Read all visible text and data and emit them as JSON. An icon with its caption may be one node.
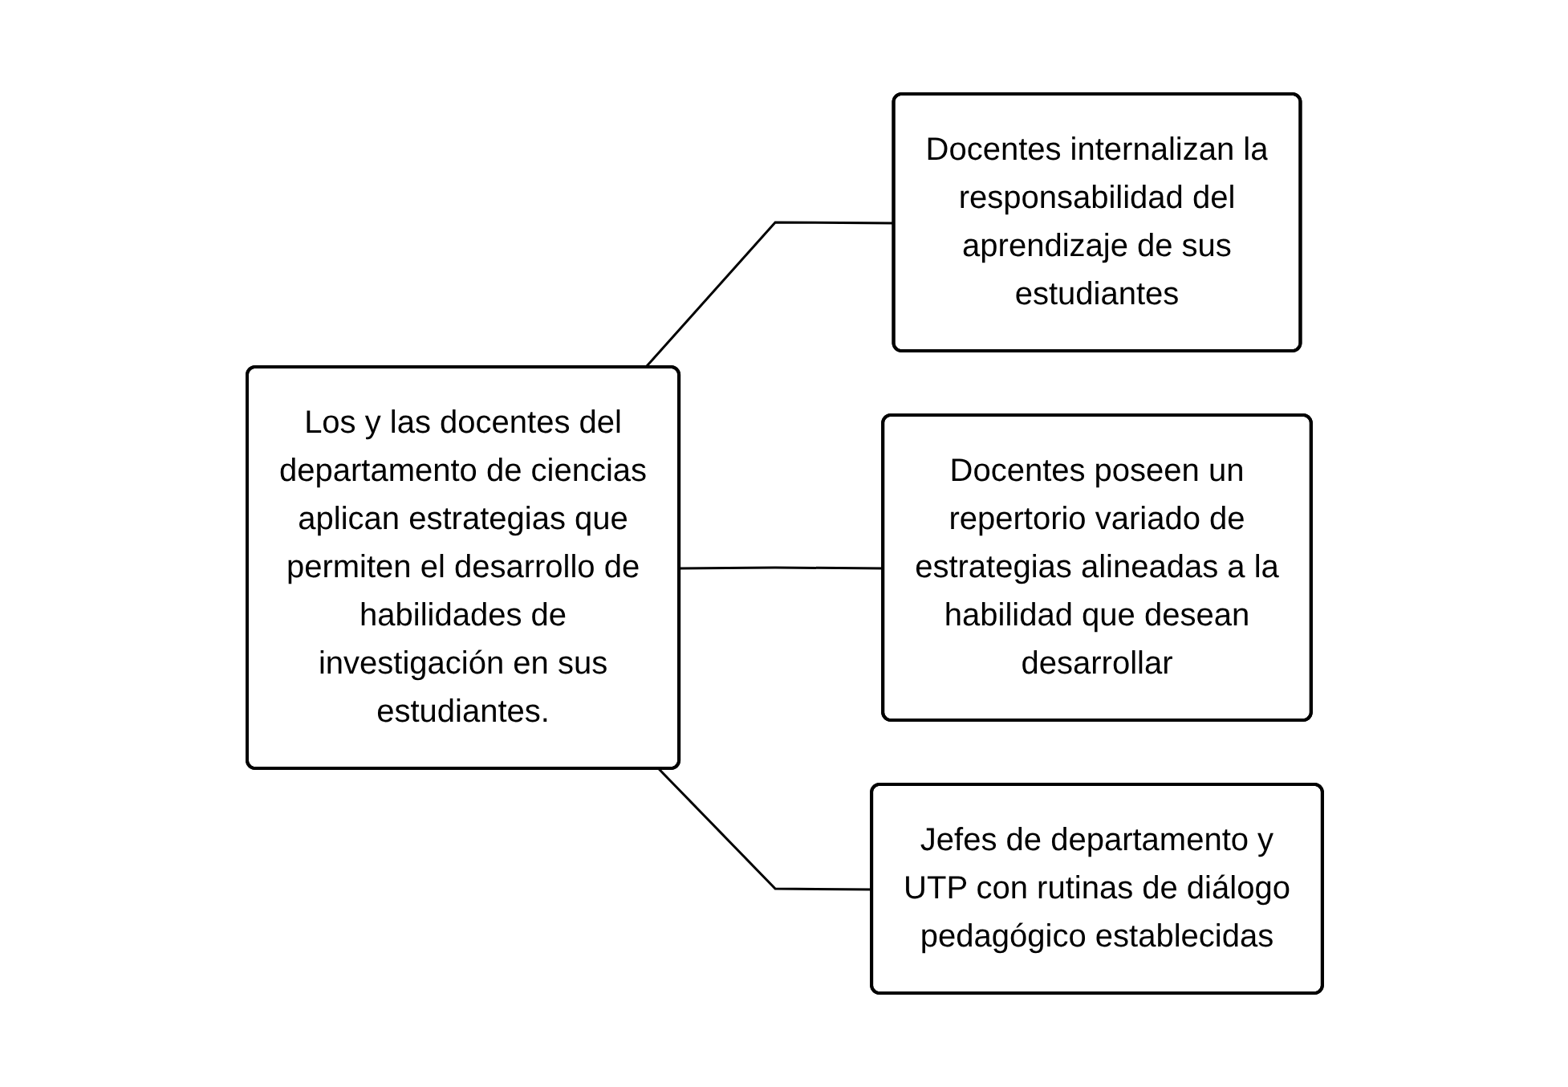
{
  "diagram": {
    "nodes": [
      {
        "text": [
          "Los y las docentes del departamento de ciencias aplican estrategias que permiten el desarrollo de habilidades de investigación en sus estudiantes."
        ]
      },
      {
        "text": [
          "Docentes internalizan la responsabilidad del aprendizaje de sus estudiantes"
        ]
      },
      {
        "text": [
          "Docentes poseen un repertorio variado de estrategias alineadas a la habilidad que desean desarrollar"
        ]
      },
      {
        "text": [
          "Jefes de departamento y UTP con rutinas de diálogo pedagógico establecidas"
        ]
      }
    ],
    "edges": [
      {
        "from": 0,
        "to": 1,
        "arrow": "none"
      },
      {
        "from": 0,
        "to": 2,
        "arrow": "none"
      },
      {
        "from": 0,
        "to": 3,
        "arrow": "none"
      }
    ]
  }
}
